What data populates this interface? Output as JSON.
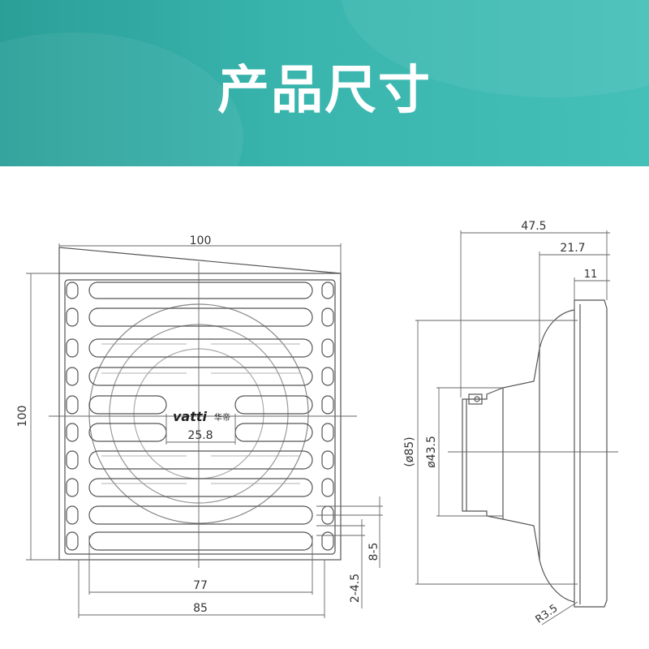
{
  "header": {
    "title": "产品尺寸"
  },
  "front_view": {
    "width_label": "100",
    "height_label": "100",
    "logo_text": "vatti",
    "logo_cn": "华帝",
    "inner_gap_label": "25.8",
    "inner_width_label": "77",
    "outer_width_label": "85",
    "depth_label_a": "8-5",
    "depth_label_b": "2-4.5"
  },
  "side_view": {
    "total_label": "47.5",
    "mid_label": "21.7",
    "flange_label": "11",
    "outer_dia_label": "(ø85)",
    "inner_dia_label": "ø43.5",
    "radius_label": "R3.5"
  },
  "colors": {
    "header_bg": "#39b5ad",
    "line": "#555555"
  }
}
